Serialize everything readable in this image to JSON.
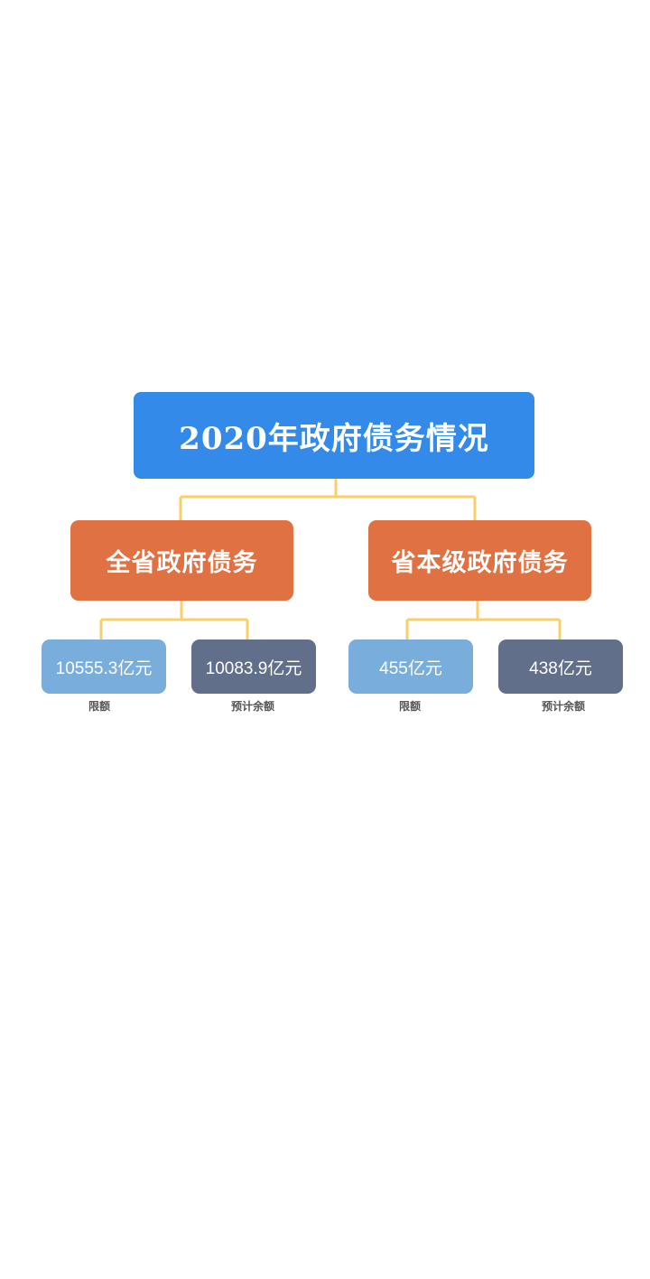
{
  "root": {
    "title": "2020年政府债务情况"
  },
  "branches": [
    {
      "title": "全省政府债务",
      "leaves": [
        {
          "value": "10555.3亿元",
          "caption": "限额"
        },
        {
          "value": "10083.9亿元",
          "caption": "预计余额"
        }
      ]
    },
    {
      "title": "省本级政府债务",
      "leaves": [
        {
          "value": "455亿元",
          "caption": "限额"
        },
        {
          "value": "438亿元",
          "caption": "预计余额"
        }
      ]
    }
  ],
  "colors": {
    "root": "#338ae8",
    "branch": "#e07142",
    "leaf_limit": "#79aedc",
    "leaf_balance": "#626f8b",
    "connector": "#f8cf6a"
  }
}
